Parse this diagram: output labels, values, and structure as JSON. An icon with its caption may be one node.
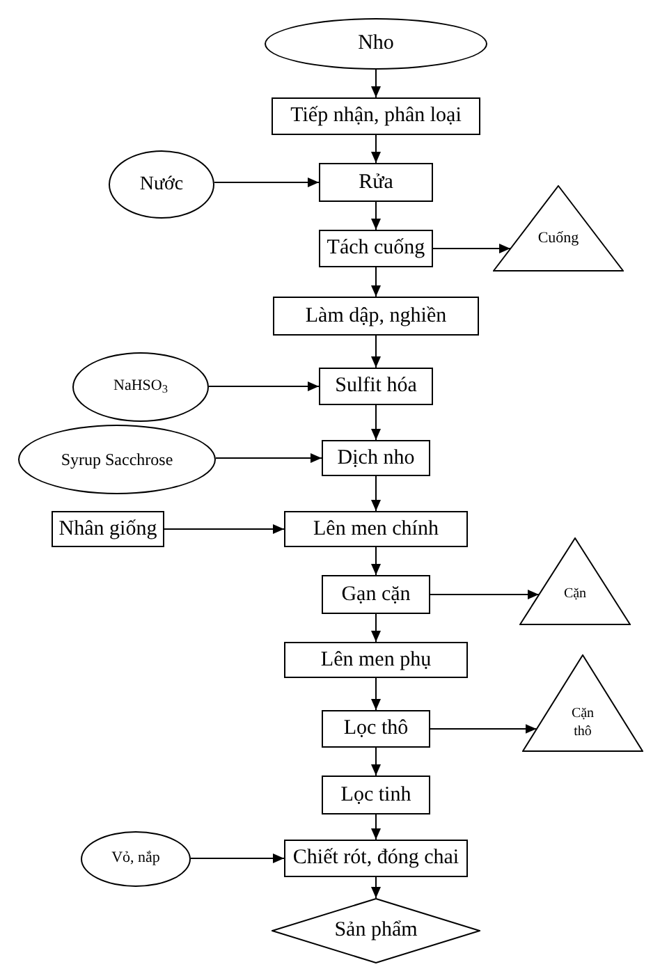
{
  "diagram": {
    "nodes": [
      {
        "text": [
          "Nho"
        ]
      },
      {
        "text": [
          "Tiếp nhận, phân loại"
        ]
      },
      {
        "text": [
          "Nước"
        ]
      },
      {
        "text": [
          "Rửa"
        ]
      },
      {
        "text": [
          "Tách cuống"
        ]
      },
      {
        "text": [
          "Cuống"
        ]
      },
      {
        "text": [
          "Làm dập, nghiền"
        ]
      },
      {
        "text": [
          "NaHSO$_{3}$"
        ]
      },
      {
        "text": [
          "Sulfit hóa"
        ]
      },
      {
        "text": [
          "Syrup Sacchrose"
        ]
      },
      {
        "text": [
          "Dịch nho"
        ]
      },
      {
        "text": [
          "Nhân giống"
        ]
      },
      {
        "text": [
          "Lên men chính"
        ]
      },
      {
        "text": [
          "Gạn cặn"
        ]
      },
      {
        "text": [
          "Cặn"
        ]
      },
      {
        "text": [
          "Lên men phụ"
        ]
      },
      {
        "text": [
          "Lọc thô"
        ]
      },
      {
        "text": [
          "Cặn thô"
        ]
      },
      {
        "text": [
          "Lọc tinh"
        ]
      },
      {
        "text": [
          "Vỏ, nắp"
        ]
      },
      {
        "text": [
          "Chiết rót, đóng chai"
        ]
      },
      {
        "text": [
          "Sản phẩm"
        ]
      }
    ],
    "edges": [
      {
        "from": 0,
        "to": 1,
        "arrow": "to"
      },
      {
        "from": 1,
        "to": 3,
        "arrow": "to"
      },
      {
        "from": 2,
        "to": 3,
        "arrow": "to"
      },
      {
        "from": 3,
        "to": 4,
        "arrow": "to"
      },
      {
        "from": 4,
        "to": 5,
        "arrow": "to"
      },
      {
        "from": 4,
        "to": 6,
        "arrow": "to"
      },
      {
        "from": 6,
        "to": 8,
        "arrow": "to"
      },
      {
        "from": 7,
        "to": 8,
        "arrow": "to"
      },
      {
        "from": 8,
        "to": 10,
        "arrow": "to"
      },
      {
        "from": 9,
        "to": 10,
        "arrow": "to"
      },
      {
        "from": 10,
        "to": 12,
        "arrow": "to"
      },
      {
        "from": 11,
        "to": 12,
        "arrow": "to"
      },
      {
        "from": 12,
        "to": 13,
        "arrow": "to"
      },
      {
        "from": 13,
        "to": 14,
        "arrow": "to"
      },
      {
        "from": 13,
        "to": 15,
        "arrow": "to"
      },
      {
        "from": 15,
        "to": 16,
        "arrow": "to"
      },
      {
        "from": 16,
        "to": 17,
        "arrow": "to"
      },
      {
        "from": 16,
        "to": 18,
        "arrow": "to"
      },
      {
        "from": 18,
        "to": 20,
        "arrow": "to"
      },
      {
        "from": 19,
        "to": 20,
        "arrow": "to"
      },
      {
        "from": 20,
        "to": 21,
        "arrow": "to"
      }
    ]
  }
}
